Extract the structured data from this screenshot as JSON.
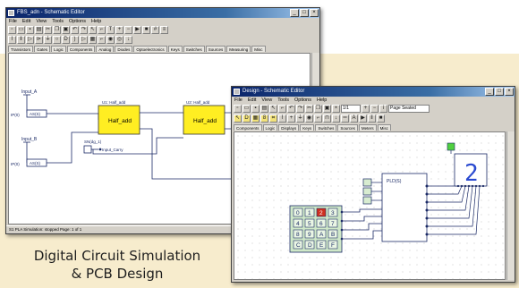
{
  "caption": {
    "line1": "Digital Circuit Simulation",
    "line2": "& PCB Design"
  },
  "window1": {
    "title": "FBS_adn - Schematic Editor",
    "menu": [
      "File",
      "Edit",
      "View",
      "Tools",
      "Options",
      "Help"
    ],
    "tabs": [
      "Transistors",
      "Gates",
      "Logic",
      "Components",
      "Analog",
      "Diodes",
      "Optoelectronics",
      "Keys",
      "Switches",
      "Sources",
      "Measuring",
      "Misc"
    ],
    "status": "S1  PLA  Simulation: stopped   Page: 1 of 1",
    "inputs": [
      {
        "id": "in-a",
        "name": "Input_A",
        "pin": "IP(0)",
        "label": "AS(S)"
      },
      {
        "id": "in-b",
        "name": "Input_B",
        "pin": "IP(0)",
        "label": "AS(S)"
      }
    ],
    "carry_box": "SN(dg_1)",
    "carry_label": "Input_Carry",
    "adder1": {
      "ref": "U1: Half_add",
      "name": "Half_add"
    },
    "adder2": {
      "ref": "U2: Half_add",
      "name": "Half_add"
    }
  },
  "window2": {
    "title": "Design - Schematic Editor",
    "menu": [
      "File",
      "Edit",
      "View",
      "Tools",
      "Options",
      "Help"
    ],
    "zoom": "1/1",
    "page_combo": "Page Seated",
    "tabs": [
      "Components",
      "Logic",
      "Displays",
      "Keys",
      "Switches",
      "Sources",
      "Meters",
      "Misc"
    ],
    "display_digit": "2",
    "chip_label": "PLD(S)",
    "keypad_keys": [
      "0",
      "1",
      "2",
      "3",
      "4",
      "5",
      "6",
      "7",
      "8",
      "9",
      "A",
      "B",
      "C",
      "D",
      "E",
      "F"
    ],
    "highlight_key_index": 2,
    "colors": {
      "keypad_bg": "#cfe8c8",
      "highlight_key": "#d03020",
      "led": "#50d040",
      "wire": "#1b2a66",
      "component": "#ffee22"
    }
  }
}
